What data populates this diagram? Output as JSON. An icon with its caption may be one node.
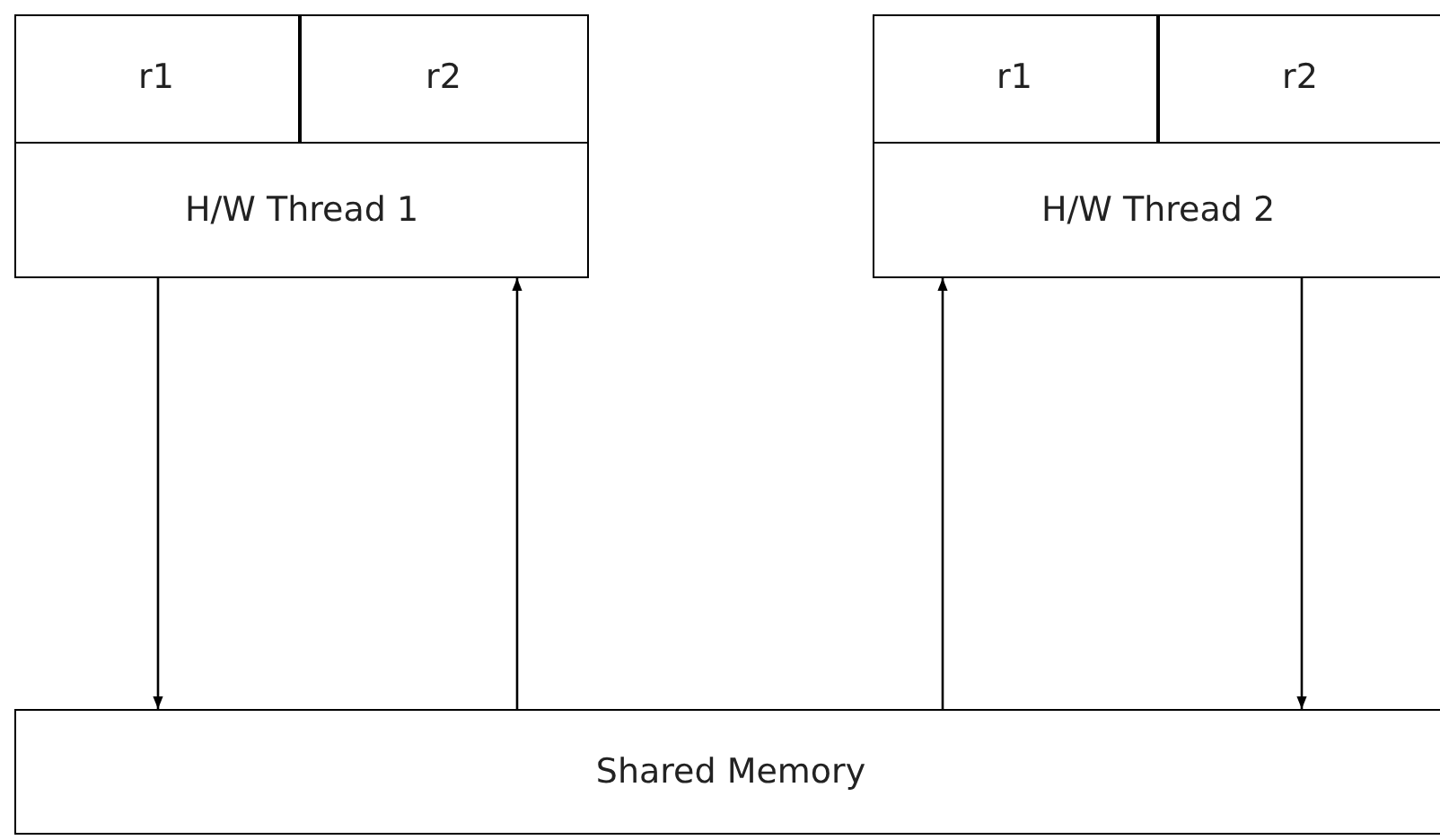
{
  "diagram": {
    "nodes": [
      {
        "text": [
          "H/W Thread 1"
        ]
      },
      {
        "text": [
          "r1"
        ],
        "in": 0
      },
      {
        "text": [
          "r2"
        ],
        "in": 0
      },
      {
        "text": [
          "H/W Thread 2"
        ]
      },
      {
        "text": [
          "r1"
        ],
        "in": 3
      },
      {
        "text": [
          "r2"
        ],
        "in": 3
      },
      {
        "text": [
          "Shared Memory"
        ]
      }
    ],
    "edges": [
      {
        "from": 0,
        "to": 6,
        "arrow": "to"
      },
      {
        "from": 6,
        "to": 0,
        "arrow": "to"
      },
      {
        "from": 6,
        "to": 3,
        "arrow": "to"
      },
      {
        "from": 3,
        "to": 6,
        "arrow": "to"
      }
    ]
  }
}
